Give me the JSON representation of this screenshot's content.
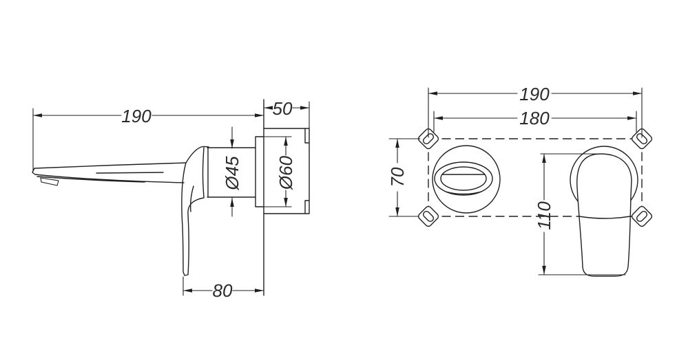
{
  "page": {
    "background": "#ffffff",
    "line_color": "#1f1f1f",
    "text_color": "#2b2b2b",
    "description": "Two-view dimensioned technical drawing of a wall-mounted single-lever basin mixer tap with concealed installation box"
  },
  "views": {
    "side": {
      "dimensions": {
        "spout_reach": "190",
        "box_depth": "50",
        "spout_body_diameter": "Ø45",
        "flange_diameter": "Ø60",
        "handle_drop": "80"
      }
    },
    "front": {
      "dimensions": {
        "box_width": "190",
        "mounting_hole_spacing": "180",
        "box_height": "70",
        "handle_height": "110"
      }
    }
  }
}
